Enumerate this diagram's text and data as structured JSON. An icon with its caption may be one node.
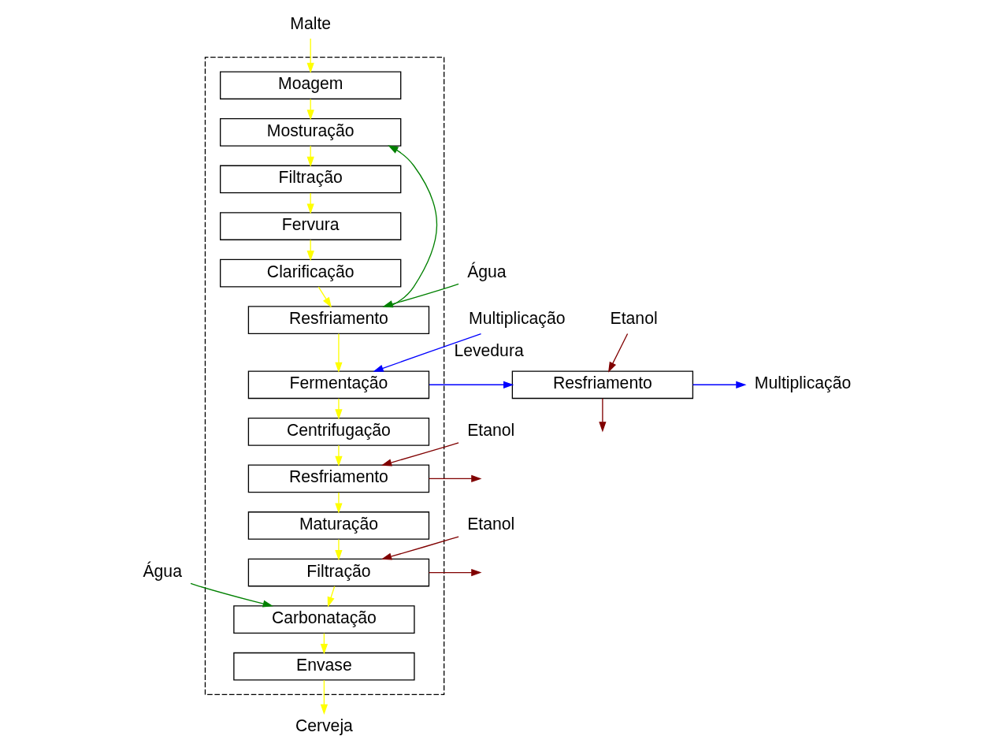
{
  "diagram": {
    "nodes": [
      {
        "text": [],
        "shape": "box"
      },
      {
        "text": [
          "Moagem"
        ],
        "in": 0
      },
      {
        "text": [
          "Mosturação"
        ],
        "in": 0
      },
      {
        "text": [
          "Filtração"
        ],
        "in": 0
      },
      {
        "text": [
          "Fervura"
        ],
        "in": 0
      },
      {
        "text": [
          "Clarificação"
        ],
        "in": 0
      },
      {
        "text": [
          "Resfriamento"
        ],
        "in": 0
      },
      {
        "text": [
          "Fermentação"
        ],
        "in": 0
      },
      {
        "text": [
          "Centrifugação"
        ],
        "in": 0
      },
      {
        "text": [
          "Resfriamento"
        ],
        "in": 0
      },
      {
        "text": [
          "Maturação"
        ],
        "in": 0
      },
      {
        "text": [
          "Filtração"
        ],
        "in": 0
      },
      {
        "text": [
          "Carbonatação"
        ],
        "in": 0
      },
      {
        "text": [
          "Envase"
        ],
        "in": 0
      },
      {
        "text": [
          "Multiplicação"
        ]
      },
      {
        "text": [
          "Resfriamento"
        ]
      },
      {
        "text": [
          "Multiplicação"
        ]
      },
      {
        "text": [
          "Malte"
        ]
      },
      {
        "text": [
          "Cerveja"
        ]
      },
      {
        "text": [
          "Água"
        ]
      },
      {
        "text": [
          "Etanol"
        ]
      },
      {
        "text": [
          "Etanol"
        ]
      },
      {
        "text": [
          "Etanol"
        ]
      },
      {
        "text": [
          "Água"
        ]
      }
    ],
    "edges": [
      {
        "from": 17,
        "to": 1,
        "arrow": "to"
      },
      {
        "from": 1,
        "to": 2,
        "arrow": "to"
      },
      {
        "from": 2,
        "to": 3,
        "arrow": "to"
      },
      {
        "from": 3,
        "to": 4,
        "arrow": "to"
      },
      {
        "from": 4,
        "to": 5,
        "arrow": "to"
      },
      {
        "from": 5,
        "to": 6,
        "arrow": "to"
      },
      {
        "from": 6,
        "to": 7,
        "arrow": "to"
      },
      {
        "from": 7,
        "to": 8,
        "arrow": "to"
      },
      {
        "from": 8,
        "to": 9,
        "arrow": "to"
      },
      {
        "from": 9,
        "to": 10,
        "arrow": "to"
      },
      {
        "from": 10,
        "to": 11,
        "arrow": "to"
      },
      {
        "from": 11,
        "to": 12,
        "arrow": "to"
      },
      {
        "from": 12,
        "to": 13,
        "arrow": "to"
      },
      {
        "from": 13,
        "to": 18,
        "arrow": "to"
      },
      {
        "from": 6,
        "to": 2,
        "arrow": "to",
        "color": "#008000"
      },
      {
        "from": 19,
        "to": 6,
        "arrow": "to",
        "color": "#008000"
      },
      {
        "from": 14,
        "to": 7,
        "arrow": "to",
        "label": "Levedura",
        "color": "#0000ff"
      },
      {
        "from": 7,
        "to": 15,
        "arrow": "to",
        "color": "#0000ff"
      },
      {
        "from": 15,
        "to": 16,
        "arrow": "to",
        "color": "#0000ff"
      },
      {
        "from": 20,
        "to": 15,
        "arrow": "to",
        "color": "#800000"
      },
      {
        "from": 15,
        "to": null,
        "arrow": "to",
        "color": "#800000"
      },
      {
        "from": 21,
        "to": 9,
        "arrow": "to",
        "color": "#800000"
      },
      {
        "from": 9,
        "to": null,
        "arrow": "to",
        "color": "#800000"
      },
      {
        "from": 22,
        "to": 11,
        "arrow": "to",
        "color": "#800000"
      },
      {
        "from": 11,
        "to": null,
        "arrow": "to",
        "color": "#800000"
      },
      {
        "from": 23,
        "to": 12,
        "arrow": "to",
        "color": "#008000"
      }
    ]
  }
}
